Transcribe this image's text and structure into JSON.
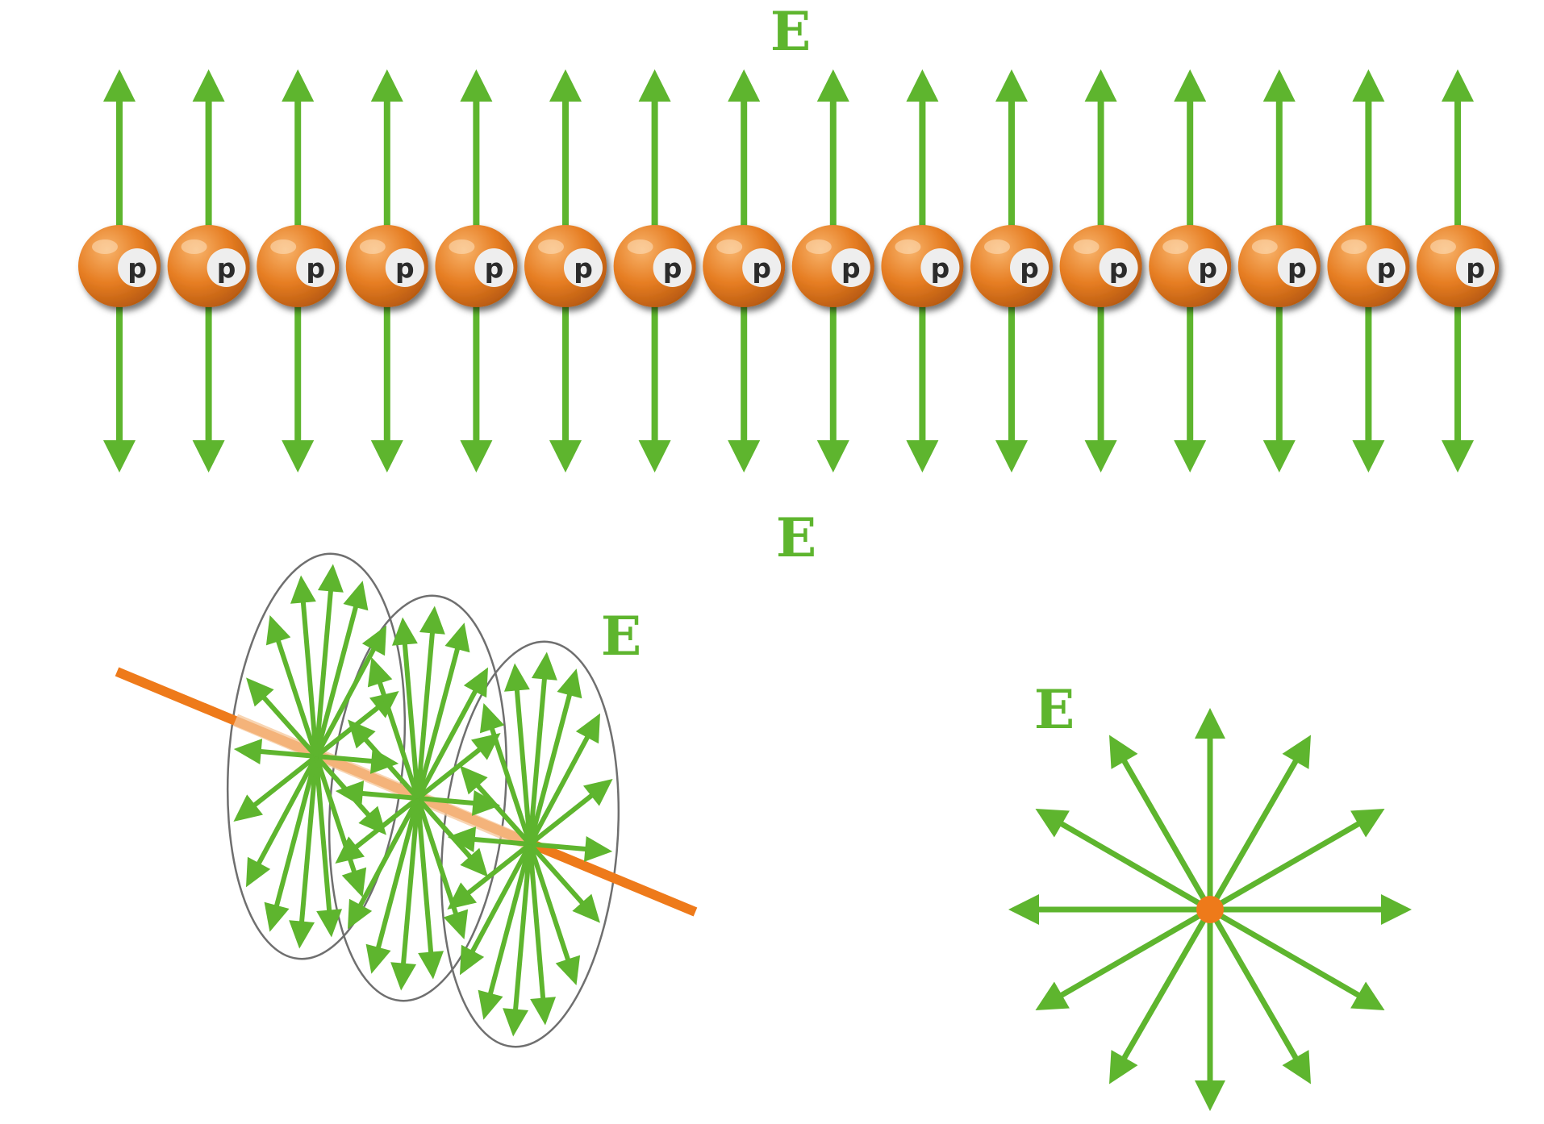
{
  "labels": {
    "e_top": "E",
    "e_middle": "E",
    "e_sheet": "E",
    "e_point": "E",
    "proton": "p"
  },
  "proton_count": 16,
  "sheet_disk_count": 3,
  "colors": {
    "field": "#5eb52e",
    "charge": "#ee7a1a",
    "proton_dark": "#cf6714",
    "proton_light": "#f6a350",
    "ellipse_stroke": "#6f6f6f",
    "label": "#5eb52e",
    "p_badge": "#eeeeee",
    "p_text": "#2b2b2b"
  }
}
